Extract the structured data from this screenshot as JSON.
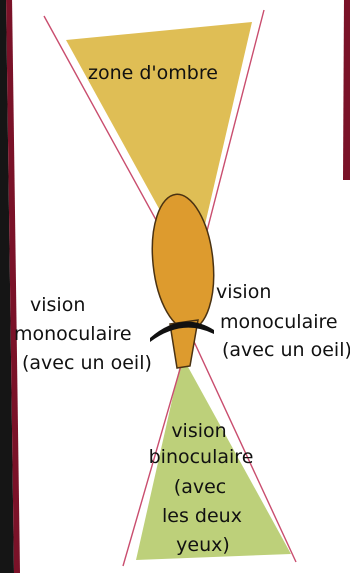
{
  "labels": {
    "shadow_zone": "zone d'ombre",
    "left_monocular": [
      "vision",
      "monoculaire",
      "(avec un oeil)"
    ],
    "right_monocular": [
      "vision",
      "monoculaire",
      "(avec un oeil)"
    ],
    "binocular": [
      "vision",
      "binoculaire",
      "(avec",
      "les deux",
      "yeux)"
    ]
  },
  "colors": {
    "shadow_zone": "#dfbe55",
    "binocular_zone": "#bdd07a",
    "head": "#dd9b2e",
    "head_outline": "#4a3212",
    "rays": "#c94d6e",
    "frame": "#7a1228",
    "paper": "#ffffff"
  }
}
